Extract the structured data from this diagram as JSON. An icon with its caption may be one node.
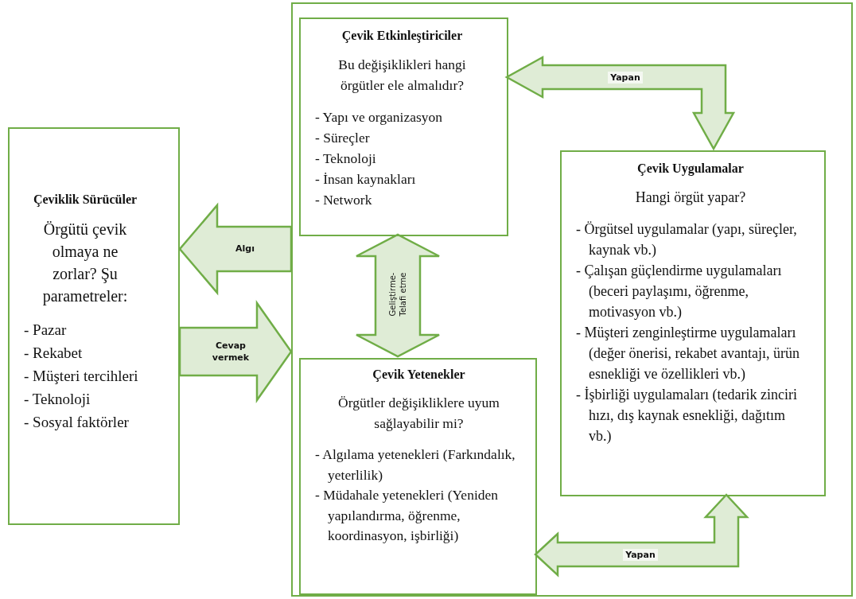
{
  "diagram": {
    "nodes": [
      {
        "text": [],
        "shape": "box"
      },
      {
        "text": [
          "Çeviklik Sürücüler",
          "Örgütü çevik olmaya ne zorlar? Şu parametreler:",
          "- Pazar",
          "- Rekabet",
          "- Müşteri tercihleri",
          "- Teknoloji",
          "- Sosyal faktörler"
        ]
      },
      {
        "text": [
          "Çevik Etkinleştiriciler",
          "Bu değişiklikleri hangi örgütler ele almalıdır?",
          "- Yapı ve organizasyon",
          "- Süreçler",
          "- Teknoloji",
          "- İnsan kaynakları",
          "- Network"
        ],
        "in": 0
      },
      {
        "text": [
          "Çevik Uygulamalar",
          "Hangi örgüt yapar?",
          "- Örgütsel uygulamalar (yapı, süreçler, kaynak vb.)",
          "- Çalışan güçlendirme uygulamaları (beceri paylaşımı, öğrenme, motivasyon vb.)",
          "- Müşteri zenginleştirme uygulamaları (değer önerisi, rekabet avantajı, ürün esnekliği ve özellikleri vb.)",
          "- İşbirliği uygulamaları (tedarik zinciri hızı, dış kaynak esnekliği, dağıtım vb.)"
        ],
        "in": 0
      },
      {
        "text": [
          "Çevik Yetenekler",
          "Örgütler değişikliklere uyum sağlayabilir mi?",
          "- Algılama yetenekleri (Farkındalık, yeterlilik)",
          "- Müdahale yetenekleri (Yeniden yapılandırma, öğrenme, koordinasyon, işbirliği)"
        ],
        "in": 0
      }
    ],
    "edges": [
      {
        "from": 0,
        "to": 1,
        "arrow": "to",
        "label": "Algı"
      },
      {
        "from": 1,
        "to": 0,
        "arrow": "to",
        "label": "Cevap vermek"
      },
      {
        "from": 2,
        "to": 4,
        "arrow": "both",
        "label": "Geliştirme-Telafi etme"
      },
      {
        "from": 2,
        "to": 3,
        "arrow": "both",
        "label": "Yapan"
      },
      {
        "from": 4,
        "to": 3,
        "arrow": "both",
        "label": "Yapan"
      }
    ]
  }
}
